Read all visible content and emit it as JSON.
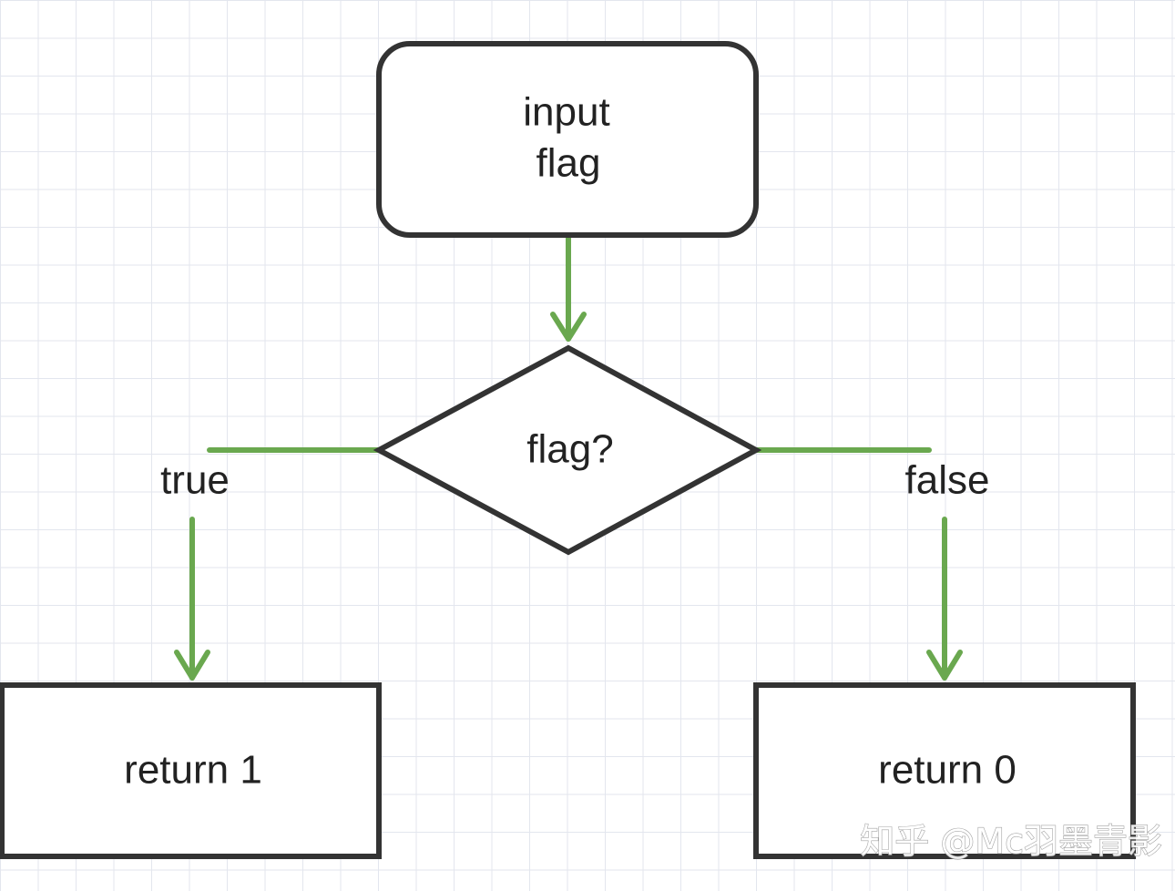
{
  "diagram": {
    "nodes": {
      "input": {
        "line1": "input",
        "line2": "flag"
      },
      "decision": {
        "label": "flag?"
      },
      "return_true": {
        "label": "return 1"
      },
      "return_false": {
        "label": "return 0"
      }
    },
    "edges": {
      "true_label": "true",
      "false_label": "false"
    },
    "colors": {
      "node_stroke": "#333333",
      "edge": "#6aa84f",
      "grid": "#e3e6ee",
      "background": "#ffffff"
    }
  },
  "watermark": {
    "text": "知乎 @Mc羽墨青影"
  }
}
